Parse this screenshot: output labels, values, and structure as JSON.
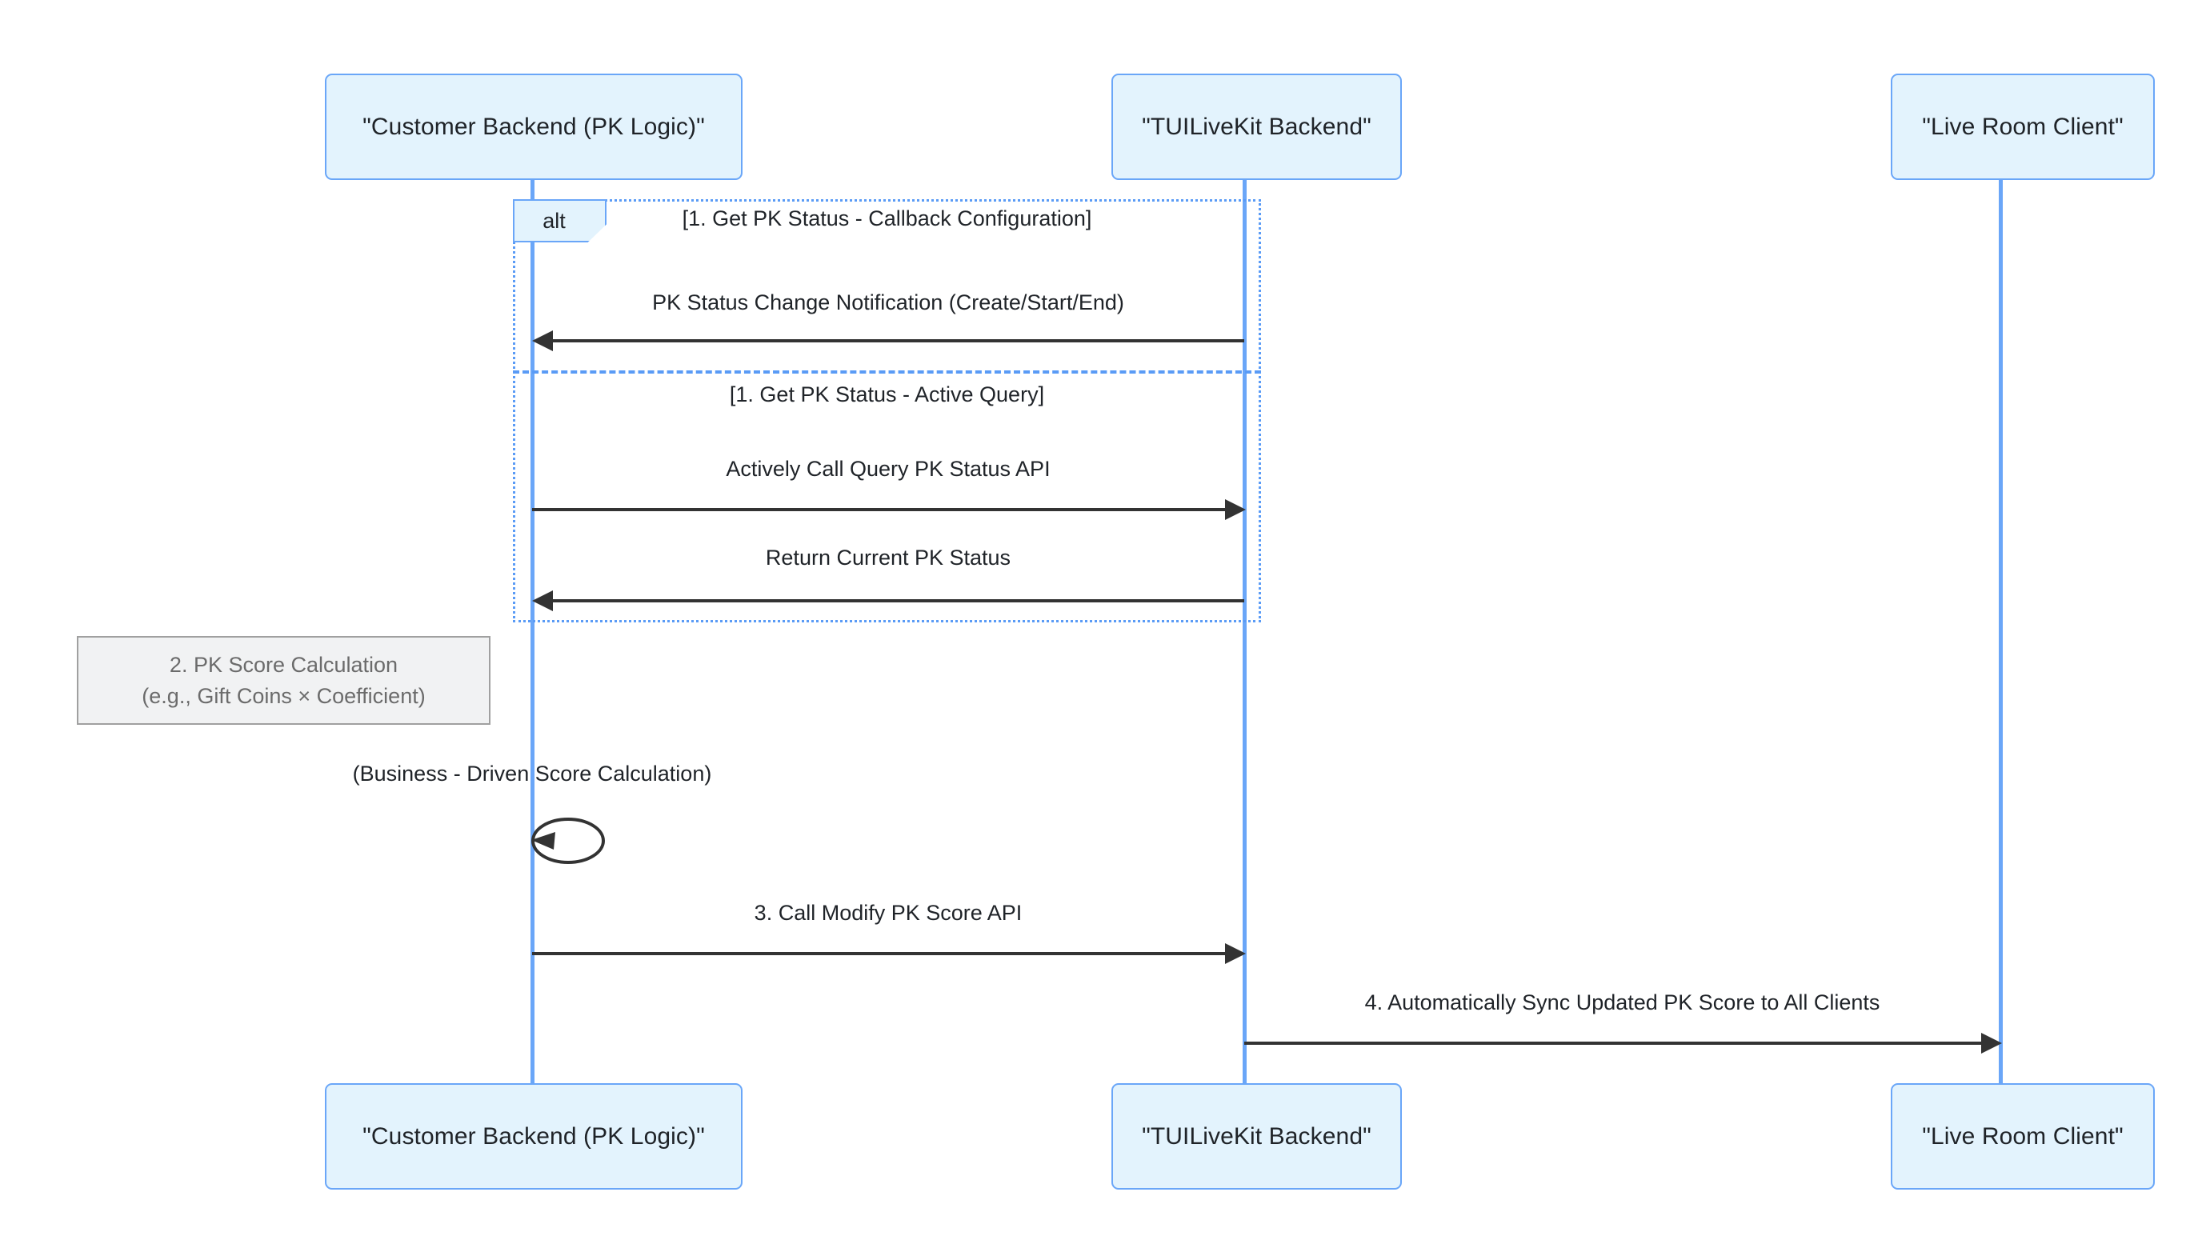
{
  "diagram": {
    "type": "sequence",
    "participants": [
      {
        "id": "customer-backend",
        "label": "\"Customer Backend (PK Logic)\""
      },
      {
        "id": "tuilivekit-backend",
        "label": "\"TUILiveKit Backend\""
      },
      {
        "id": "live-room-client",
        "label": "\"Live Room Client\""
      }
    ],
    "fragments": [
      {
        "id": "alt-get-pk-status",
        "tag": "alt",
        "branches": [
          {
            "condition": "[1. Get PK Status - Callback Configuration]"
          },
          {
            "condition": "[1. Get PK Status - Active Query]"
          }
        ]
      }
    ],
    "messages": [
      {
        "id": "m1",
        "label": "PK Status Change Notification (Create/Start/End)",
        "from": "tuilivekit-backend",
        "to": "customer-backend",
        "direction": "left",
        "style": "solid"
      },
      {
        "id": "m2",
        "label": "Actively Call Query PK Status API",
        "from": "customer-backend",
        "to": "tuilivekit-backend",
        "direction": "right",
        "style": "solid"
      },
      {
        "id": "m3",
        "label": "Return Current PK Status",
        "from": "tuilivekit-backend",
        "to": "customer-backend",
        "direction": "left",
        "style": "solid"
      },
      {
        "id": "m4",
        "label": "(Business - Driven Score Calculation)",
        "from": "customer-backend",
        "to": "customer-backend",
        "direction": "self",
        "style": "solid"
      },
      {
        "id": "m5",
        "label": "3. Call Modify PK Score API",
        "from": "customer-backend",
        "to": "tuilivekit-backend",
        "direction": "right",
        "style": "solid"
      },
      {
        "id": "m6",
        "label": "4. Automatically Sync Updated PK Score to All Clients",
        "from": "tuilivekit-backend",
        "to": "live-room-client",
        "direction": "right",
        "style": "solid"
      }
    ],
    "notes": [
      {
        "id": "note-pk-score",
        "line1": "2. PK Score Calculation",
        "line2": "(e.g., Gift Coins × Coefficient)",
        "placement": "left-of-customer-backend"
      }
    ],
    "colors": {
      "participant_fill": "#e3f3fd",
      "participant_border": "#6aa6f8",
      "lifeline": "#6aa6f8",
      "frame_border": "#5a9bf6",
      "arrow": "#333333",
      "text": "#1f2328",
      "note_fill": "#f1f2f3",
      "note_border": "#a0a0a0",
      "note_text": "#6b6b6b",
      "background": "#ffffff"
    }
  }
}
